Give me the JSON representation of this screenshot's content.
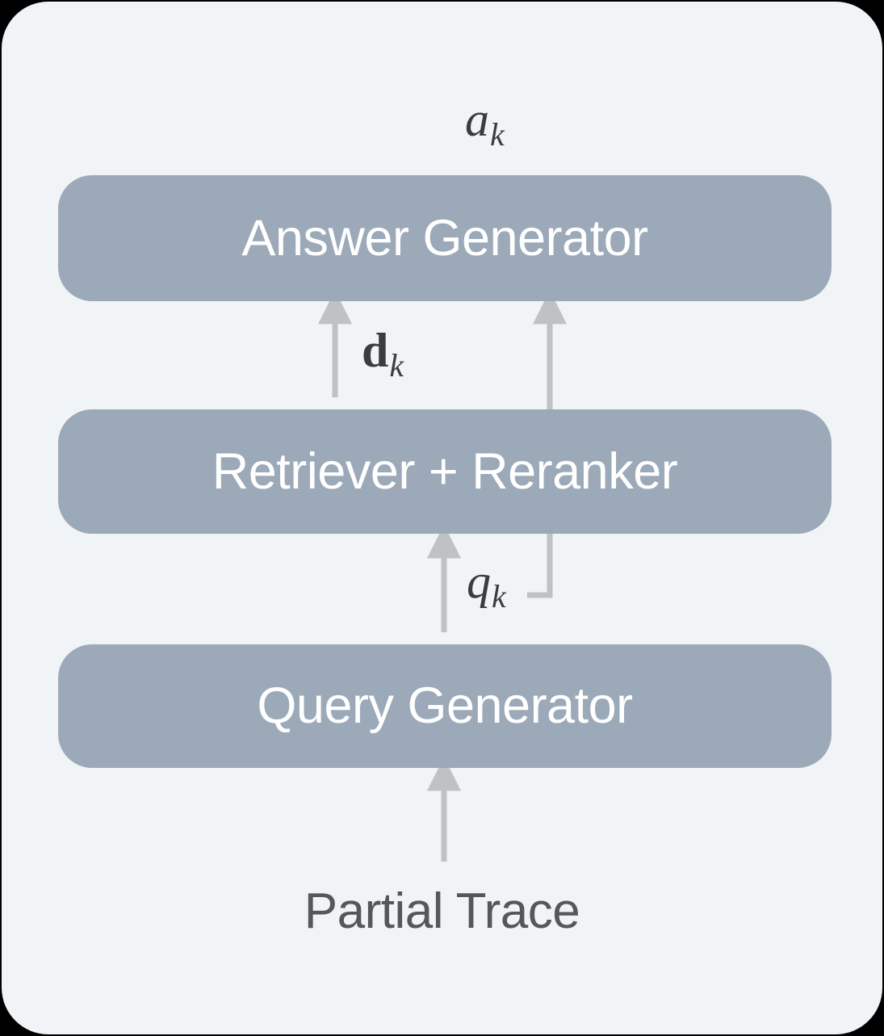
{
  "figure": {
    "name": "rag-pipeline-diagram",
    "type": "flow-diagram",
    "background_color": "#F0F4F7",
    "outer_border_color": "#000000",
    "box_color": "#9CA9B8",
    "box_text_color": "#FFFFFF",
    "arrow_color": "#BFC2C4",
    "caption_text_color": "#555759",
    "math_text_color": "#3C3C3C"
  },
  "nodes": [
    {
      "id": "answer-generator",
      "label": "Answer Generator",
      "kind": "box"
    },
    {
      "id": "retriever-reranker",
      "label": "Retriever + Reranker",
      "kind": "box"
    },
    {
      "id": "query-generator",
      "label": "Query Generator",
      "kind": "box"
    },
    {
      "id": "partial-trace",
      "label": "Partial Trace",
      "kind": "caption"
    }
  ],
  "edges": [
    {
      "id": "edge-partial-trace-to-query-generator",
      "from": "partial-trace",
      "to": "query-generator",
      "label": "",
      "direction": "up"
    },
    {
      "id": "edge-query-generator-to-retriever",
      "from": "query-generator",
      "to": "retriever-reranker",
      "label": {
        "symbol": "q",
        "subscript": "k",
        "style": "italic"
      },
      "direction": "up"
    },
    {
      "id": "edge-retriever-to-answer-generator",
      "from": "retriever-reranker",
      "to": "answer-generator",
      "label": {
        "symbol": "d",
        "subscript": "k",
        "style": "bold-upright"
      },
      "direction": "up"
    },
    {
      "id": "edge-query-bypass-to-answer-generator",
      "from": "query-generator",
      "to": "answer-generator",
      "label": "",
      "direction": "up",
      "shape": "elbow-bypass"
    }
  ],
  "labels": {
    "answer": {
      "symbol": "a",
      "subscript": "k"
    },
    "docs": {
      "symbol": "d",
      "subscript": "k"
    },
    "query": {
      "symbol": "q",
      "subscript": "k"
    }
  }
}
